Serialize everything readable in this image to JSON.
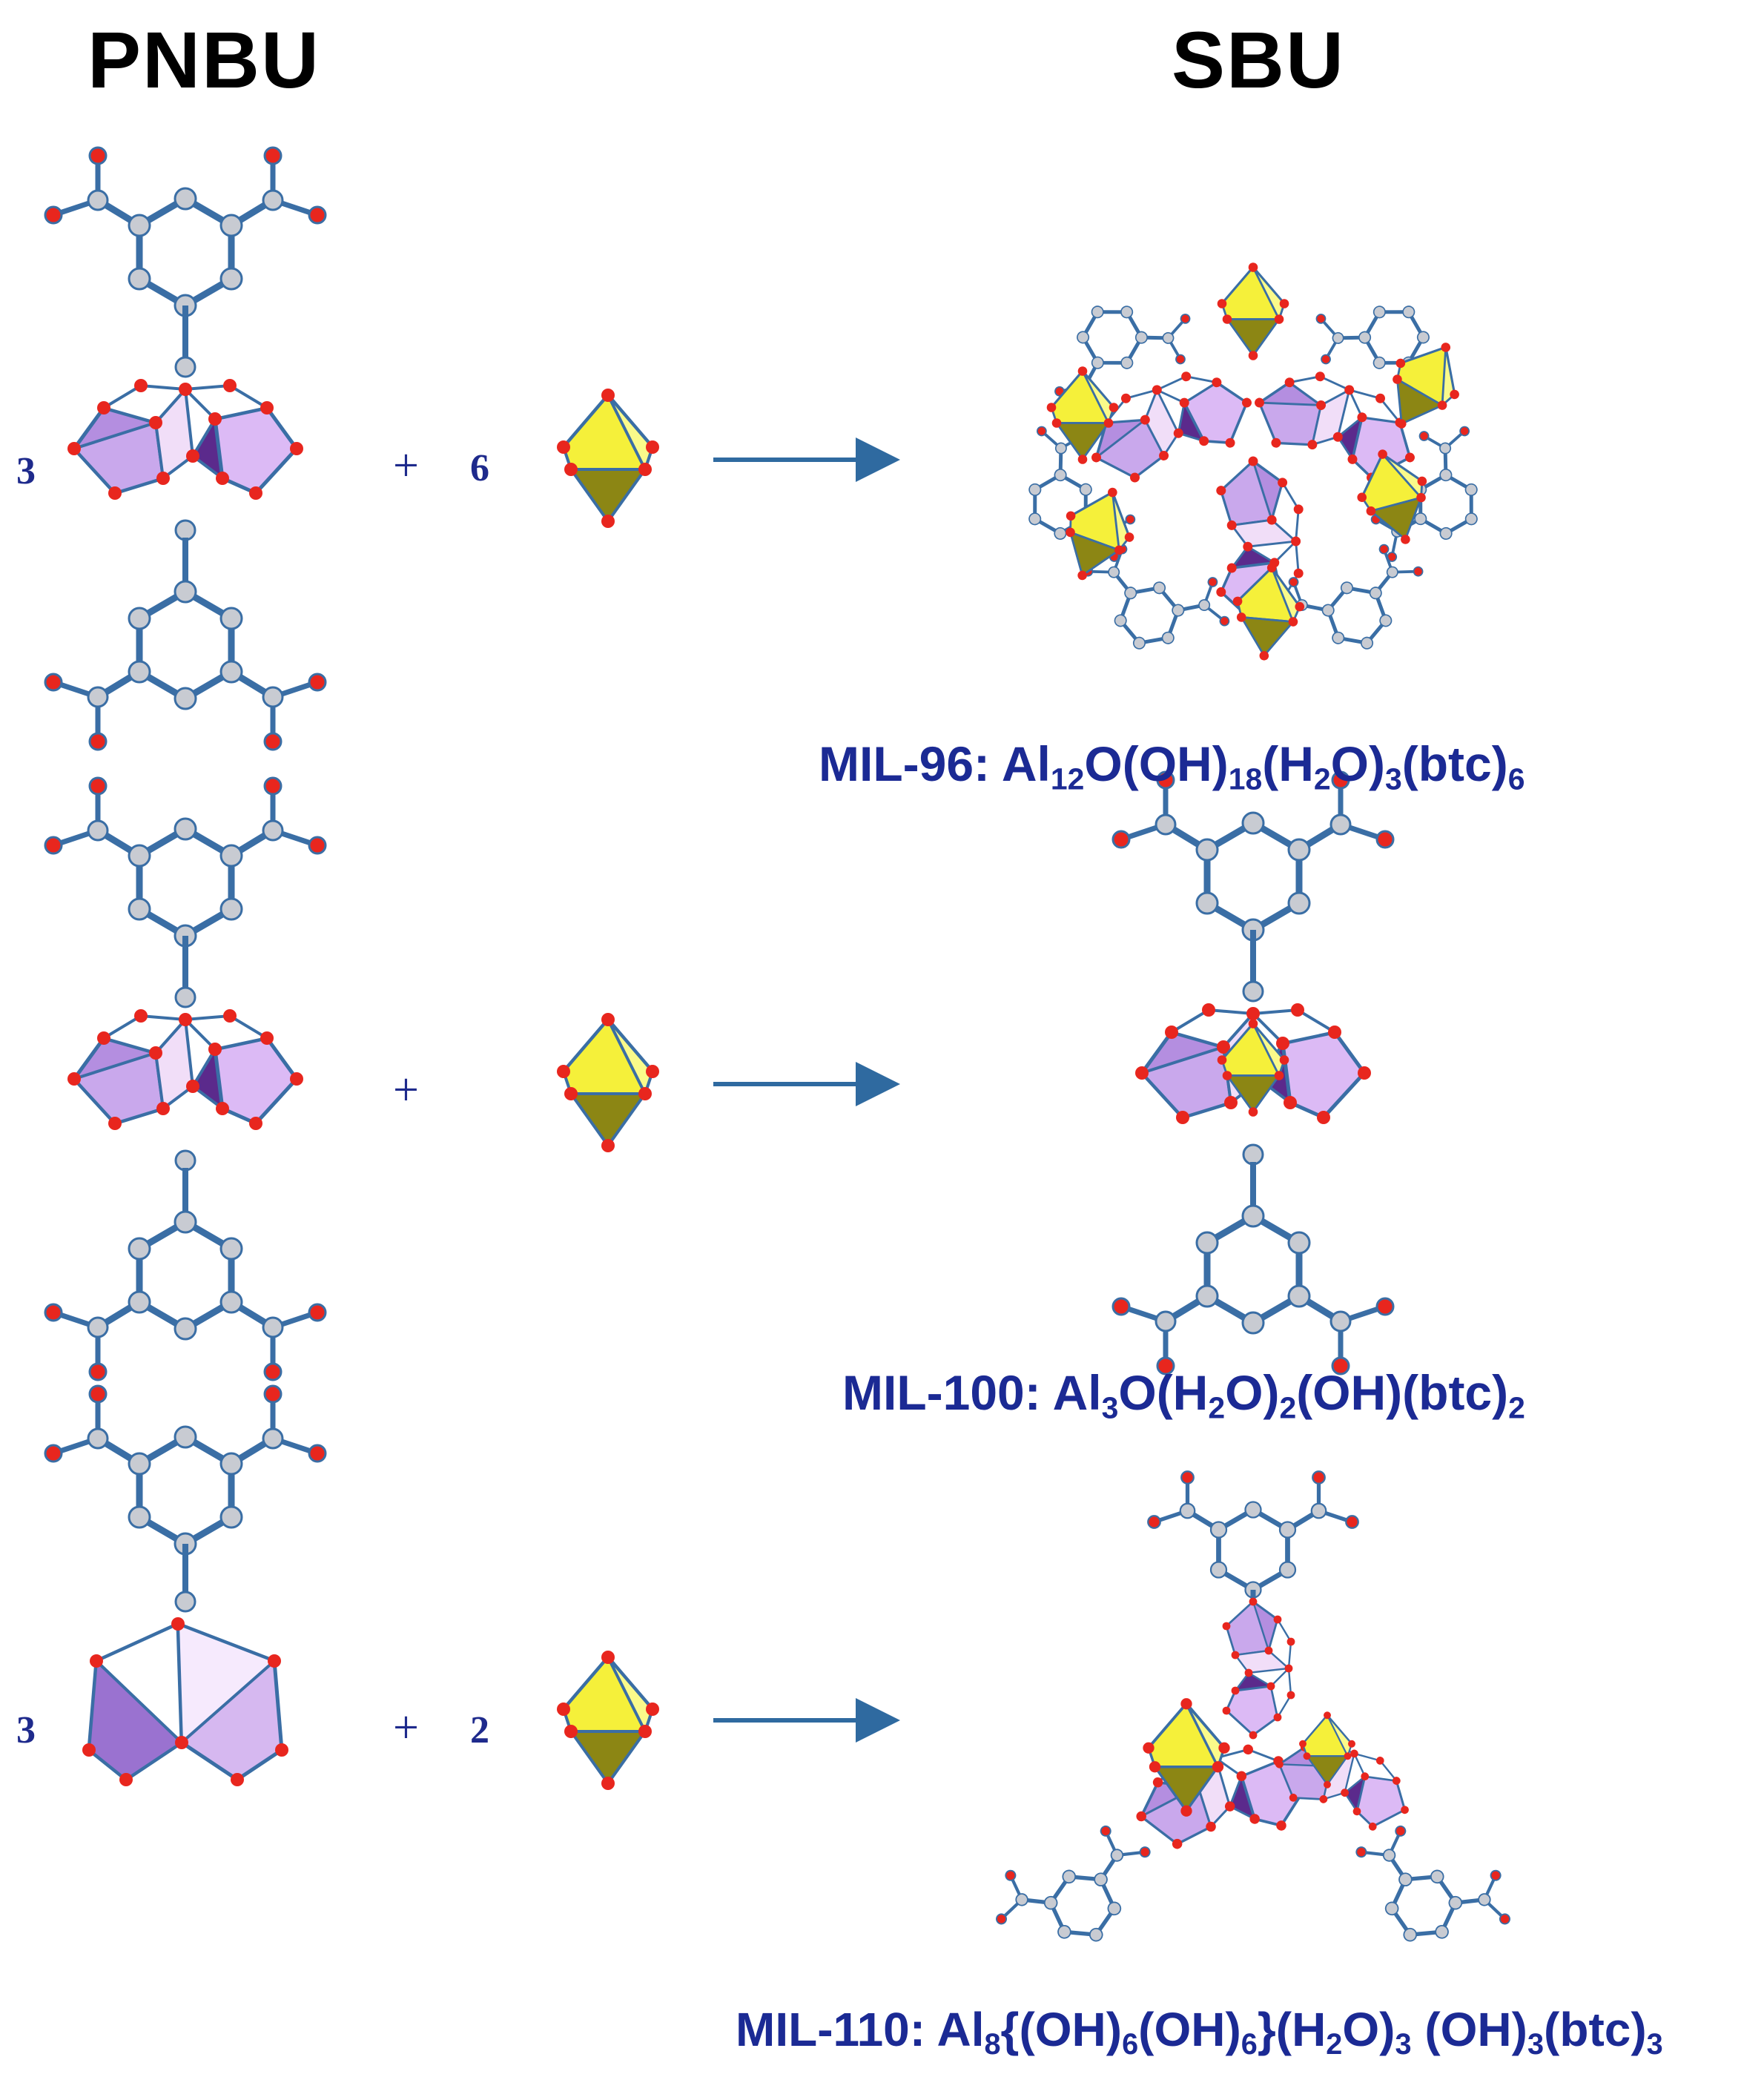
{
  "headers": {
    "pnbu": "PNBU",
    "sbu": "SBU"
  },
  "reactions": [
    {
      "coef_pnbu": "3",
      "plus": "+",
      "coef_oct": "6",
      "formula": {
        "name": "MIL-96",
        "sep": ": ",
        "parts": [
          "Al",
          "12",
          "O(OH)",
          "18",
          "(H",
          "",
          "2",
          "O)",
          "3",
          "(btc)",
          "6"
        ]
      }
    },
    {
      "coef_pnbu": "",
      "plus": "+",
      "coef_oct": "",
      "formula": {
        "name": "MIL-100",
        "sep": ": "
      }
    },
    {
      "coef_pnbu": "3",
      "plus": "+",
      "coef_oct": "2",
      "formula": {
        "name": "MIL-110",
        "sep": ": "
      }
    }
  ],
  "formula_text": {
    "f1": {
      "a": "MIL-96: Al",
      "s1": "12",
      "b": "O(OH)",
      "s2": "18",
      "c": "(H",
      "s3": "2",
      "d": "O)",
      "s4": "3",
      "e": "(btc)",
      "s5": "6"
    },
    "f2": {
      "a": "MIL-100: Al",
      "s1": "3",
      "b": "O(H",
      "s2": "2",
      "c": "O)",
      "s3": "2",
      "d": "(OH)(btc)",
      "s4": "2"
    },
    "f3": {
      "a": "MIL-110: Al",
      "s1": "8",
      "b": "{(OH)",
      "s2": "6",
      "c": "(OH)",
      "s3": "6",
      "d": "}(H",
      "s4": "2",
      "e": "O)",
      "s5": "3",
      "f": " (OH)",
      "s6": "3",
      "g": "(btc)",
      "s7": "3"
    }
  },
  "colors": {
    "bond": "#3a6ea5",
    "carbon": "#c8cbd2",
    "oxygen": "#e8261e",
    "al_polyhedron": "#b48ee0",
    "al_polyhedron_dark": "#5b2a8c",
    "oct_yellow": "#f5f03a",
    "oct_olive": "#8c8614",
    "text_blue": "#1e2a8c",
    "arrow": "#2f6aa0"
  }
}
